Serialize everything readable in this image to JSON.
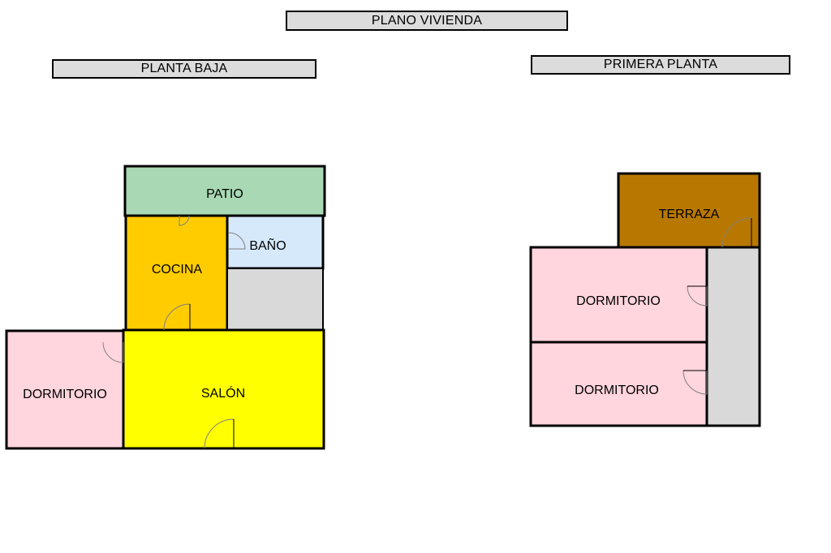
{
  "title": "PLANO VIVIENDA",
  "floors": {
    "ground": {
      "label": "PLANTA BAJA",
      "rooms": {
        "patio": {
          "label": "PATIO",
          "color": "#a8d8b4"
        },
        "cocina": {
          "label": "COCINA",
          "color": "#ffcc00"
        },
        "bano": {
          "label": "BAÑO",
          "color": "#d6e9fb"
        },
        "pasillo": {
          "label": "",
          "color": "#d9d9d9"
        },
        "dormitorio": {
          "label": "DORMITORIO",
          "color": "#ffd5de"
        },
        "salon": {
          "label": "SALÓN",
          "color": "#ffff00"
        }
      }
    },
    "first": {
      "label": "PRIMERA PLANTA",
      "rooms": {
        "terraza": {
          "label": "TERRAZA",
          "color": "#b87800"
        },
        "dormitorio_1": {
          "label": "DORMITORIO",
          "color": "#ffd5de"
        },
        "dormitorio_2": {
          "label": "DORMITORIO",
          "color": "#ffd5de"
        },
        "pasillo": {
          "label": "",
          "color": "#d9d9d9"
        }
      }
    }
  },
  "colors": {
    "wall": "#000000",
    "door_arc": "#808080",
    "header_fill": "#dcdcdc"
  }
}
